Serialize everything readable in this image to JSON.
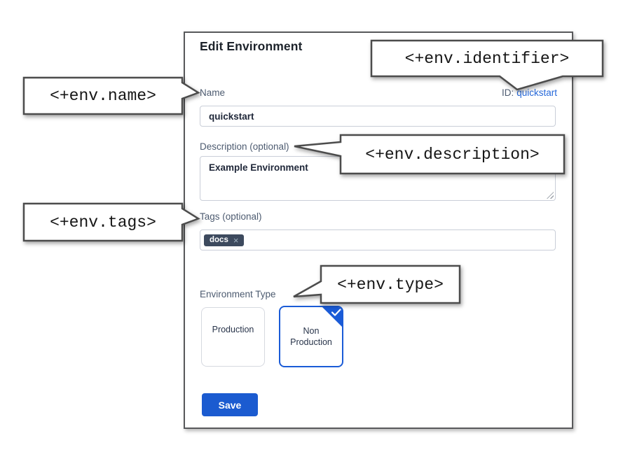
{
  "panel": {
    "title": "Edit Environment",
    "name_field": {
      "label": "Name",
      "value": "quickstart"
    },
    "id_field": {
      "label": "ID:",
      "value": "quickstart"
    },
    "description_field": {
      "label": "Description (optional)",
      "value": "Example Environment"
    },
    "tags_field": {
      "label": "Tags (optional)",
      "tags": [
        {
          "label": "docs"
        }
      ],
      "remove_icon": "×"
    },
    "environment_type": {
      "label": "Environment Type",
      "options": [
        {
          "label": "Production",
          "selected": false
        },
        {
          "label": "Non Production",
          "selected": true
        }
      ]
    },
    "save_label": "Save"
  },
  "callouts": {
    "name": "<+env.name>",
    "identifier": "<+env.identifier>",
    "description": "<+env.description>",
    "tags": "<+env.tags>",
    "type": "<+env.type>"
  },
  "colors": {
    "primary_blue": "#1b5bd0",
    "selected_card_border": "#1a5bd7",
    "link_blue": "#2668d9",
    "tag_chip_bg": "#3d4a5e",
    "label_slate": "#4d5b70",
    "callout_border": "#4c4c4c",
    "panel_border": "#58595b"
  }
}
